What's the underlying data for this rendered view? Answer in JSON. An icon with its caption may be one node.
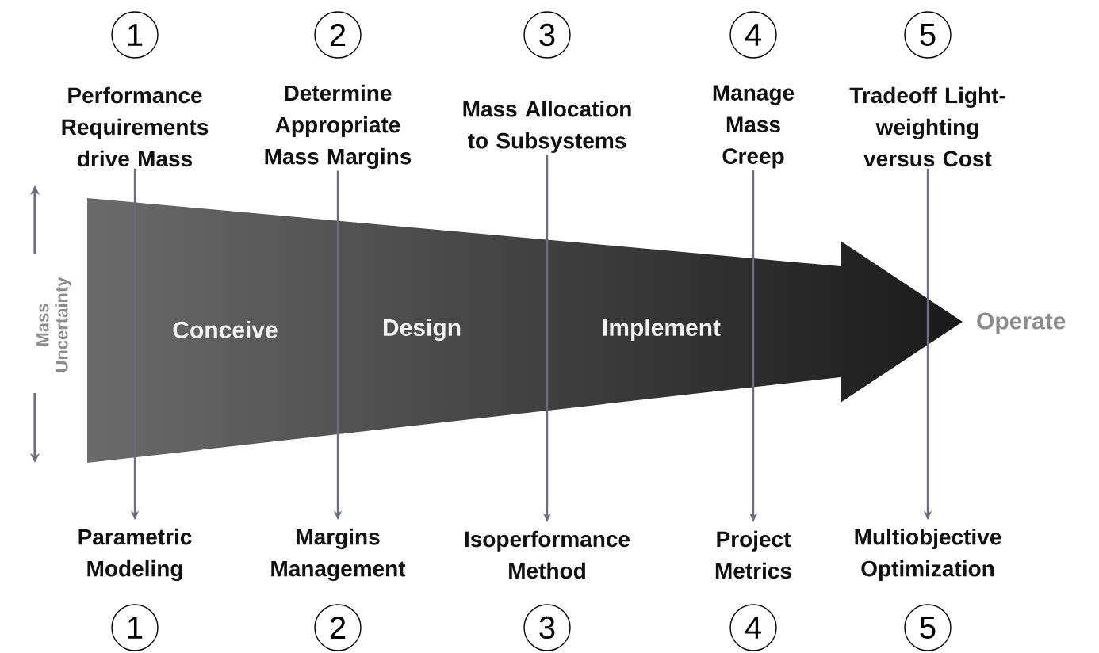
{
  "diagram": {
    "nodes": [
      {
        "text": [
          "1"
        ]
      },
      {
        "text": [
          "2"
        ]
      },
      {
        "text": [
          "3"
        ]
      },
      {
        "text": [
          "4"
        ]
      },
      {
        "text": [
          "5"
        ]
      },
      {
        "text": [
          "Performance Requirements drive Mass"
        ]
      },
      {
        "text": [
          "Determine Appropriate Mass Margins"
        ]
      },
      {
        "text": [
          "Mass Allocation to Subsystems"
        ]
      },
      {
        "text": [
          "Manage Mass Creep"
        ]
      },
      {
        "text": [
          "Tradeoff Light-weighting versus Cost"
        ]
      },
      {
        "text": [
          "Conceive",
          "Design",
          "Implement"
        ]
      },
      {
        "text": [
          "Parametric Modeling"
        ]
      },
      {
        "text": [
          "Margins Management"
        ]
      },
      {
        "text": [
          "Isoperformance Method"
        ]
      },
      {
        "text": [
          "Project Metrics"
        ]
      },
      {
        "text": [
          "Multiobjective Optimization"
        ]
      },
      {
        "text": [
          "1"
        ]
      },
      {
        "text": [
          "2"
        ]
      },
      {
        "text": [
          "3"
        ]
      },
      {
        "text": [
          "4"
        ]
      },
      {
        "text": [
          "5"
        ]
      }
    ],
    "edges": [
      {
        "from": 5,
        "to": 11,
        "arrow": "to"
      },
      {
        "from": 6,
        "to": 12,
        "arrow": "to"
      },
      {
        "from": 7,
        "to": 13,
        "arrow": "to"
      },
      {
        "from": 8,
        "to": 14,
        "arrow": "to"
      },
      {
        "from": 9,
        "to": 15,
        "arrow": "to"
      }
    ],
    "labels": [
      "Mass Uncertainty",
      "Operate"
    ]
  }
}
